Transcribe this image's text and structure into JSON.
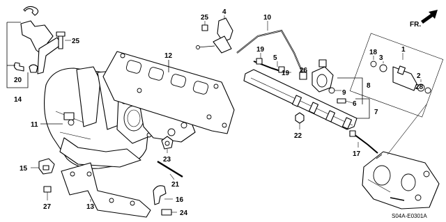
{
  "diagram": {
    "drawing_code": "S04A-E0301A",
    "direction_label": "FR.",
    "callouts": {
      "c1": "1",
      "c2": "2",
      "c3": "3",
      "c4": "4",
      "c5": "5",
      "c6": "6",
      "c7": "7",
      "c8": "8",
      "c9": "9",
      "c10": "10",
      "c11": "11",
      "c12": "12",
      "c13": "13",
      "c14": "14",
      "c15": "15",
      "c16": "16",
      "c17": "17",
      "c18": "18",
      "c19": "19",
      "c20": "20",
      "c21": "21",
      "c22": "22",
      "c23": "23",
      "c24": "24",
      "c25a": "25",
      "c25b": "25",
      "c26": "26",
      "c27": "27",
      "c28": "28"
    }
  }
}
